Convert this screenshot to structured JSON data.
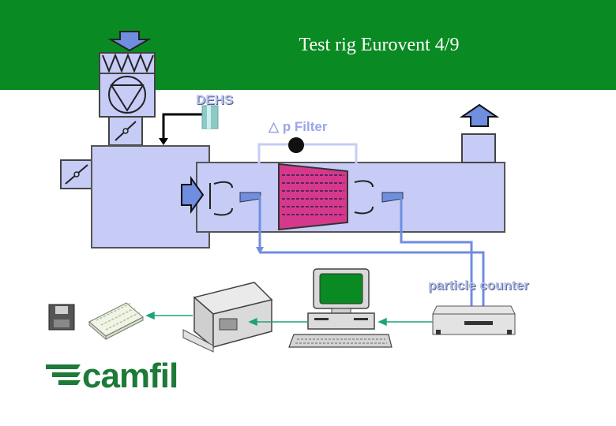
{
  "header": {
    "title": "Test rig Eurovent 4/9"
  },
  "labels": {
    "dehs": "DEHS",
    "delta_symbol": "△",
    "pressure_filter": "p Filter",
    "particle_counter": "particle counter"
  },
  "logo": {
    "text": "camfil"
  },
  "colors": {
    "banner": "#0a8a22",
    "duct": "#c6ccf6",
    "filter": "#d6398c",
    "pipe": "#6f8ee0",
    "teal_arrow": "#1fa27c"
  },
  "icons": [
    "down-arrow-icon",
    "fan-icon",
    "damper-icon",
    "up-arrow-icon",
    "floppy-disk-icon",
    "paper-stack-icon",
    "printer-icon",
    "computer-icon",
    "particle-counter-device-icon",
    "camfil-logo-icon"
  ]
}
